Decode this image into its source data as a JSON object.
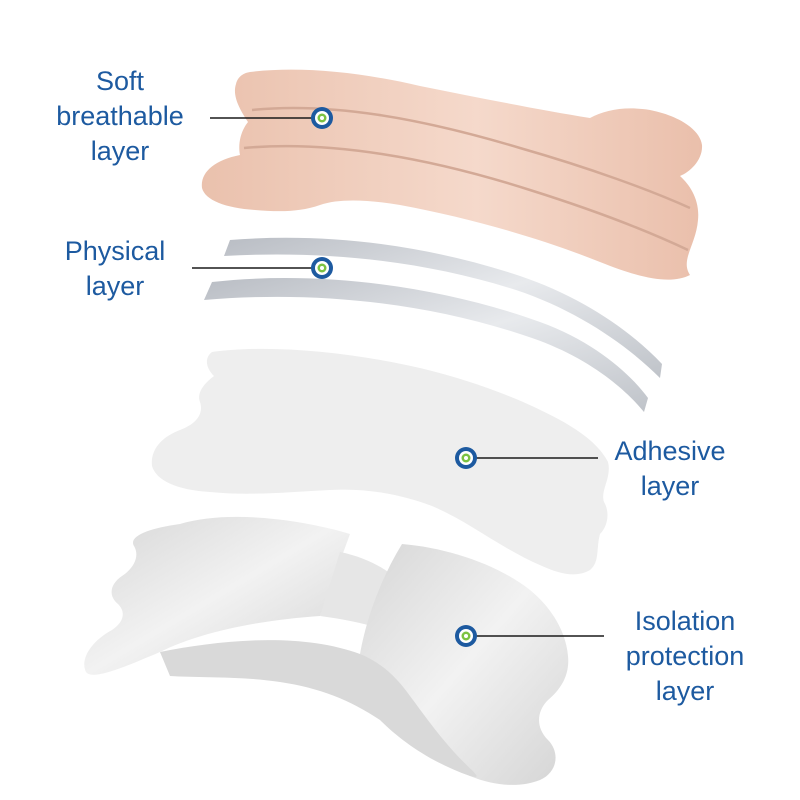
{
  "labels": {
    "soft": {
      "lines": [
        "Soft",
        "breathable",
        "layer"
      ]
    },
    "physical": {
      "lines": [
        "Physical",
        "layer"
      ]
    },
    "adhesive": {
      "lines": [
        "Adhesive",
        "layer"
      ]
    },
    "isolation": {
      "lines": [
        "Isolation",
        "protection",
        "layer"
      ]
    }
  },
  "colors": {
    "label_text": "#1d5aa0",
    "marker_ring": "#1d5aa0",
    "marker_inner": "#7cc242",
    "skin_layer": "#efc9b6",
    "physical_layer": "#c9ccd2",
    "adhesive_layer": "#eeeeee",
    "isolation_layer": "#e2e2e2"
  }
}
